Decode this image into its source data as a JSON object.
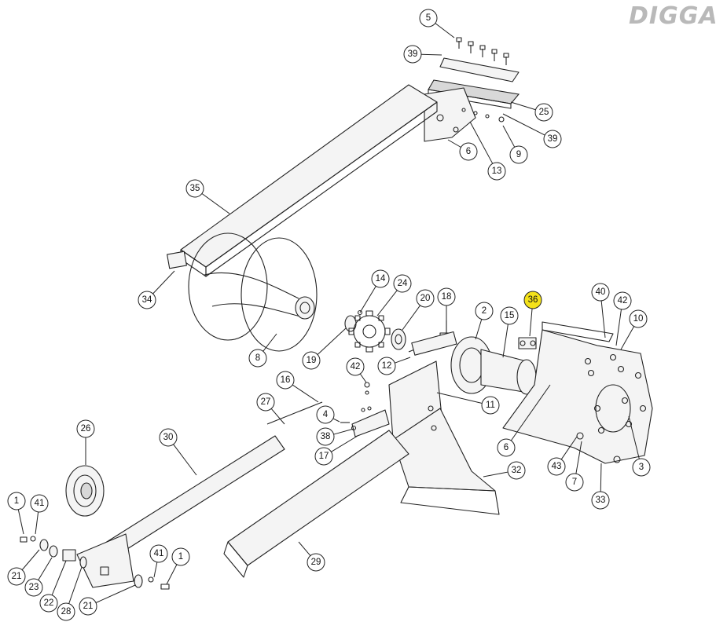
{
  "brand": {
    "logo_text": "DIGGA",
    "logo_color": "#b9b9b9"
  },
  "highlight_color": "#f4e21a",
  "highlighted_part": "36",
  "callouts": [
    {
      "id": "c5",
      "label": "5"
    },
    {
      "id": "c39a",
      "label": "39"
    },
    {
      "id": "c25",
      "label": "25"
    },
    {
      "id": "c39b",
      "label": "39"
    },
    {
      "id": "c9",
      "label": "9"
    },
    {
      "id": "c6a",
      "label": "6"
    },
    {
      "id": "c13",
      "label": "13"
    },
    {
      "id": "c35",
      "label": "35"
    },
    {
      "id": "c34",
      "label": "34"
    },
    {
      "id": "c8",
      "label": "8"
    },
    {
      "id": "c14",
      "label": "14"
    },
    {
      "id": "c24",
      "label": "24"
    },
    {
      "id": "c20",
      "label": "20"
    },
    {
      "id": "c18",
      "label": "18"
    },
    {
      "id": "c19",
      "label": "19"
    },
    {
      "id": "c12",
      "label": "12"
    },
    {
      "id": "c2",
      "label": "2"
    },
    {
      "id": "c15",
      "label": "15"
    },
    {
      "id": "c36",
      "label": "36"
    },
    {
      "id": "c40",
      "label": "40"
    },
    {
      "id": "c42a",
      "label": "42"
    },
    {
      "id": "c10",
      "label": "10"
    },
    {
      "id": "c42b",
      "label": "42"
    },
    {
      "id": "c16",
      "label": "16"
    },
    {
      "id": "c27",
      "label": "27"
    },
    {
      "id": "c4",
      "label": "4"
    },
    {
      "id": "c11",
      "label": "11"
    },
    {
      "id": "c38",
      "label": "38"
    },
    {
      "id": "c17",
      "label": "17"
    },
    {
      "id": "c26",
      "label": "26"
    },
    {
      "id": "c30",
      "label": "30"
    },
    {
      "id": "c6b",
      "label": "6"
    },
    {
      "id": "c43",
      "label": "43"
    },
    {
      "id": "c7",
      "label": "7"
    },
    {
      "id": "c3",
      "label": "3"
    },
    {
      "id": "c33",
      "label": "33"
    },
    {
      "id": "c32",
      "label": "32"
    },
    {
      "id": "c1a",
      "label": "1"
    },
    {
      "id": "c41a",
      "label": "41"
    },
    {
      "id": "c21a",
      "label": "21"
    },
    {
      "id": "c23",
      "label": "23"
    },
    {
      "id": "c22",
      "label": "22"
    },
    {
      "id": "c28",
      "label": "28"
    },
    {
      "id": "c41b",
      "label": "41"
    },
    {
      "id": "c1b",
      "label": "1"
    },
    {
      "id": "c21b",
      "label": "21"
    },
    {
      "id": "c29",
      "label": "29"
    }
  ]
}
